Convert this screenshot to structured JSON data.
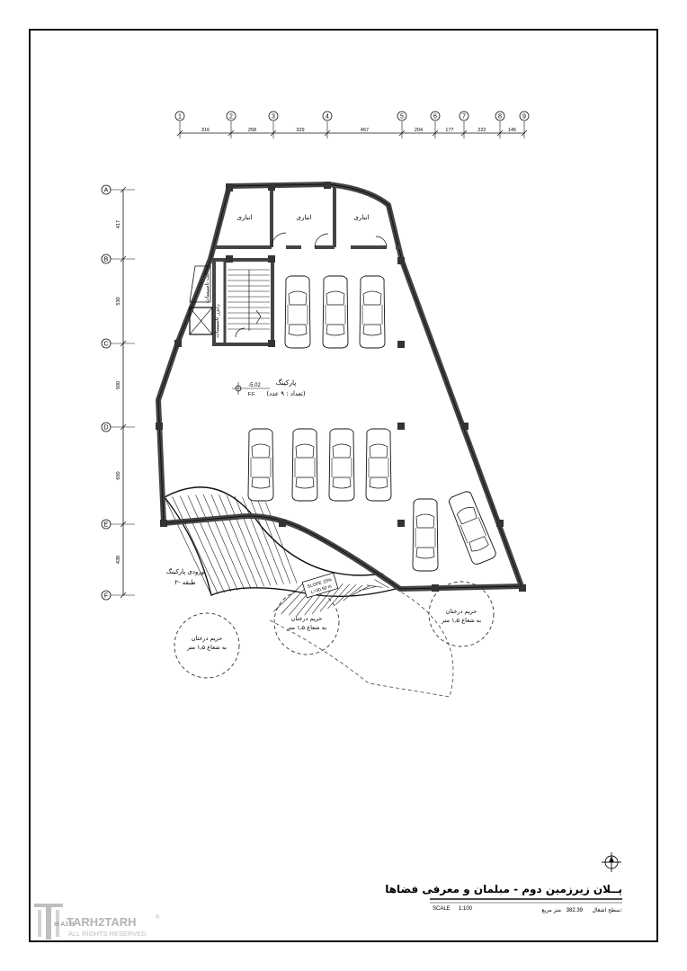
{
  "grid": {
    "columns": [
      {
        "label": "1"
      },
      {
        "label": "2"
      },
      {
        "label": "3"
      },
      {
        "label": "4"
      },
      {
        "label": "5"
      },
      {
        "label": "6"
      },
      {
        "label": "7"
      },
      {
        "label": "8"
      },
      {
        "label": "9"
      }
    ],
    "column_spacings": [
      "316",
      "258",
      "329",
      "457",
      "204",
      "177",
      "222",
      "145"
    ],
    "rows": [
      {
        "label": "A"
      },
      {
        "label": "B"
      },
      {
        "label": "C"
      },
      {
        "label": "D"
      },
      {
        "label": "E"
      },
      {
        "label": "F"
      }
    ],
    "row_spacings": [
      "417",
      "530",
      "500",
      "650",
      "438"
    ]
  },
  "rooms": {
    "storage_1": "انباری",
    "storage_2": "انباری",
    "storage_3": "انباری",
    "duct": "داکت تاسیسات",
    "pipe": "رایزر تاسیسات"
  },
  "parking": {
    "title": "پارکینگ",
    "capacity": "(تعداد : ۹ عدد)",
    "level": "-5.02",
    "level_note": "F.F."
  },
  "entrance": {
    "line1": "ورودی پارکینگ",
    "line2": "طبقه -۲"
  },
  "ramp": {
    "slope": "SLOPE 15%",
    "length": "L=30.50 m"
  },
  "tree_zones": [
    {
      "line1": "حریم درختان",
      "line2": "به شعاع ۱٫۵ متر"
    },
    {
      "line1": "حریم درختان",
      "line2": "به شعاع ۱٫۵ متر"
    },
    {
      "line1": "حریم درختان",
      "line2": "به شعاع ۱٫۵ متر"
    }
  ],
  "title_block": {
    "title": "پــلان زیرزمین دوم  - مبلمان و معرفی فضاها",
    "scale_label": "SCALE",
    "scale_value": "1:100",
    "area_label": "سطح اشغال:",
    "area_value": "382.39",
    "area_unit": "متر مربع",
    "sheet": "et A3 B"
  },
  "watermark": {
    "brand": "TARH2TARH",
    "rights": "ALL RIGHTS RESERVED"
  }
}
